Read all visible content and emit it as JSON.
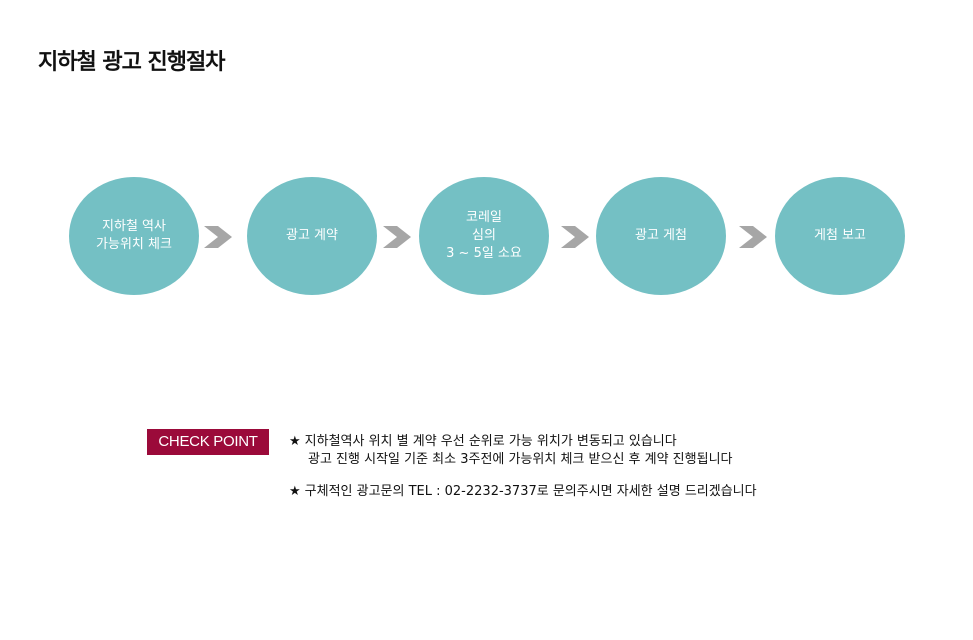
{
  "title": "지하철 광고 진행절차",
  "steps": [
    {
      "lines": [
        "지하철 역사",
        "가능위치 체크"
      ]
    },
    {
      "lines": [
        "광고 계약"
      ]
    },
    {
      "lines": [
        "코레일",
        "심의",
        "3 ~ 5일 소요"
      ]
    },
    {
      "lines": [
        "광고 게첨"
      ]
    },
    {
      "lines": [
        "게첨 보고"
      ]
    }
  ],
  "check_point": {
    "label": "CHECK POINT",
    "bullet": "★",
    "notes": [
      {
        "lines": [
          "지하철역사 위치 별 계약 우선 순위로 가능 위치가 변동되고 있습니다",
          "광고 진행 시작일 기준 최소 3주전에 가능위치 체크 받으신 후 계약 진행됩니다"
        ]
      },
      {
        "lines": [
          "구체적인 광고문의  TEL : 02-2232-3737로 문의주시면 자세한 설명 드리겠습니다"
        ]
      }
    ]
  },
  "colors": {
    "circle": "#74c0c4",
    "arrow": "#a6a6a6",
    "badge": "#9b0a3a"
  }
}
